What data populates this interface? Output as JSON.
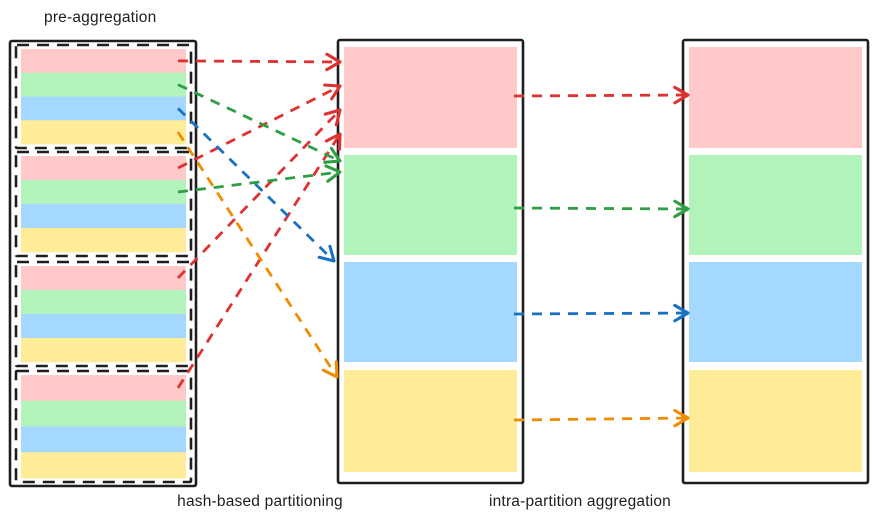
{
  "labels": {
    "pre_aggregation": "pre-aggregation",
    "hash_partitioning": "hash-based partitioning",
    "intra_aggregation": "intra-partition aggregation"
  },
  "palette": {
    "row_colors": {
      "pink": "#ffc9c9",
      "green": "#b2f2bb",
      "blue": "#a5d8ff",
      "yellow": "#ffec99"
    },
    "arrow_colors": {
      "red": "#e03131",
      "green": "#2f9e44",
      "blue": "#1971c2",
      "orange": "#f08c00"
    },
    "border": "#1e1e1e",
    "text": "#1e1e1e"
  },
  "pre_aggregation_chunks": [
    [
      "pink",
      "green",
      "blue",
      "yellow"
    ],
    [
      "pink",
      "green",
      "blue",
      "yellow"
    ],
    [
      "pink",
      "green",
      "blue",
      "yellow"
    ],
    [
      "pink",
      "green",
      "blue",
      "yellow"
    ]
  ],
  "hash_partitions": [
    "pink",
    "green",
    "blue",
    "yellow"
  ],
  "result_partitions": [
    "pink",
    "green",
    "blue",
    "yellow"
  ],
  "shuffle_arrows": [
    {
      "from_chunk": 1,
      "from_row": "pink",
      "to_partition": "pink",
      "color": "red"
    },
    {
      "from_chunk": 2,
      "from_row": "pink",
      "to_partition": "pink",
      "color": "red"
    },
    {
      "from_chunk": 3,
      "from_row": "pink",
      "to_partition": "pink",
      "color": "red"
    },
    {
      "from_chunk": 4,
      "from_row": "pink",
      "to_partition": "pink",
      "color": "red"
    },
    {
      "from_chunk": 1,
      "from_row": "green",
      "to_partition": "green",
      "color": "green"
    },
    {
      "from_chunk": 2,
      "from_row": "green",
      "to_partition": "green",
      "color": "green"
    },
    {
      "from_chunk": 1,
      "from_row": "blue",
      "to_partition": "blue",
      "color": "blue"
    },
    {
      "from_chunk": 1,
      "from_row": "yellow",
      "to_partition": "yellow",
      "color": "orange"
    }
  ],
  "aggregation_arrows": [
    {
      "partition": "pink",
      "color": "red"
    },
    {
      "partition": "green",
      "color": "green"
    },
    {
      "partition": "blue",
      "color": "blue"
    },
    {
      "partition": "yellow",
      "color": "orange"
    }
  ]
}
